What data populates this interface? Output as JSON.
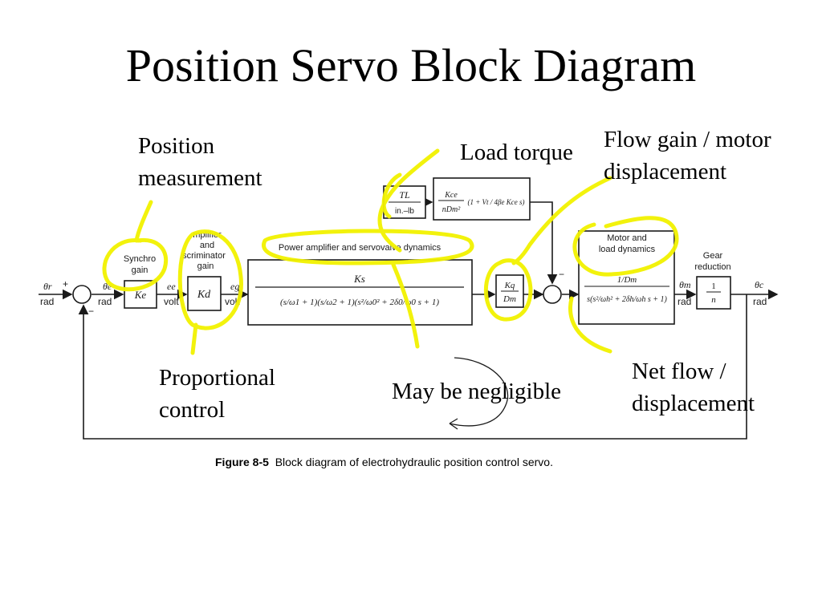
{
  "slide": {
    "title": "Position Servo Block Diagram"
  },
  "annotations": {
    "position_measurement": [
      "Position",
      "measurement"
    ],
    "load_torque": "Load torque",
    "flow_gain": [
      "Flow gain / motor",
      "displacement"
    ],
    "proportional_control": [
      "Proportional",
      "control"
    ],
    "negligible": "May be negligible",
    "net_flow": [
      "Net flow /",
      "displacement"
    ]
  },
  "diagram": {
    "input_signal": "θr",
    "input_unit": "rad",
    "plus_sign": "+",
    "minus_sign": "−",
    "error_signal": "θe",
    "error_unit": "rad",
    "synchro_label": [
      "Synchro",
      "gain"
    ],
    "synchro_gain": "Ke",
    "ee_signal": "ee",
    "ee_unit": "volt",
    "amp_label": [
      "mplifier",
      "and",
      "scriminator",
      "gain"
    ],
    "amp_gain": "Kd",
    "eg_signal": "eg",
    "eg_unit": "volt",
    "servovalve_label": "Power amplifier and servovalve dynamics",
    "servovalve_num": "Ks",
    "servovalve_den": "(s/ω1 + 1)(s/ω2 + 1)(s²/ω0² + 2δ0/ω0 s + 1)",
    "flow_gain_num": "Kq",
    "flow_gain_den": "Dm",
    "torque_label": "TL",
    "torque_unit": "in.–lb",
    "leakage_num": "Kce",
    "leakage_den": "nDm²",
    "leakage_factor": "(1 + Vt / 4βe Kce s)",
    "motor_label": [
      "Motor and",
      "load dynamics"
    ],
    "motor_num": "1/Dm",
    "motor_den": "s(s²/ωh² + 2δh/ωh s + 1)",
    "theta_m": "θm",
    "theta_m_unit": "rad",
    "gear_label": [
      "Gear",
      "reduction"
    ],
    "gear_num": "1",
    "gear_den": "n",
    "output_signal": "θc",
    "output_unit": "rad"
  },
  "caption": {
    "figure": "Figure 8-5",
    "text": "Block diagram of electrohydraulic position control servo."
  },
  "colors": {
    "highlighter": "#f2f200",
    "ink": "#1a1a1a"
  }
}
